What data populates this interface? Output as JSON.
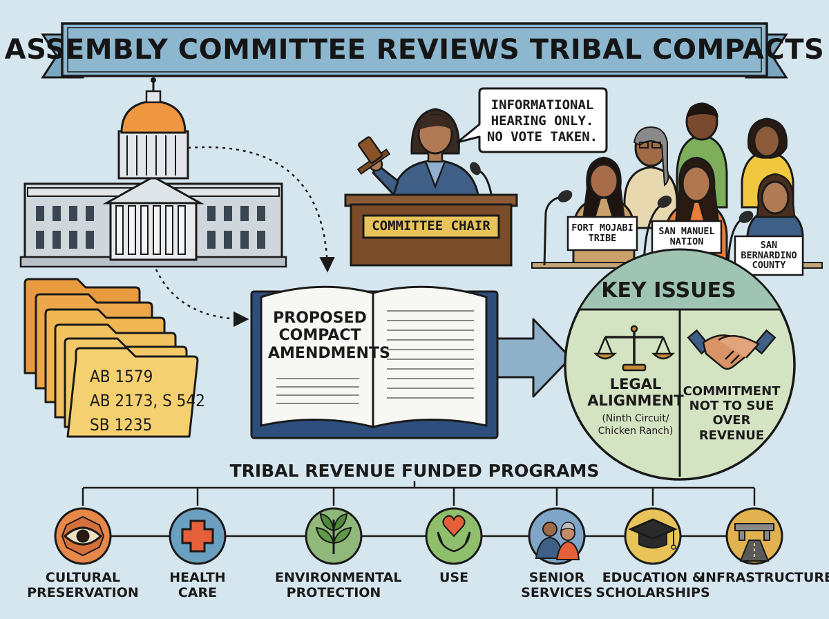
{
  "title": "ASSEMBLY COMMITTEE REVIEWS TRIBAL COMPACTS",
  "speech_bubble": "INFORMATIONAL\nHEARING ONLY.\nNO VOTE TAKEN.",
  "podium_sign": "COMMITTEE CHAIR",
  "nameplates": [
    {
      "label": "FORT MOJABI\nTRIBE"
    },
    {
      "label": "SAN MANUEL\nNATION"
    },
    {
      "label": "SAN\nBERNARDINO\nCOUNTY"
    }
  ],
  "bills": [
    "AB 1579",
    "AB 2173, S 542",
    "SB 1235"
  ],
  "book_title": "PROPOSED COMPACT AMENDMENTS",
  "key_issues": {
    "title": "KEY ISSUES",
    "left_title": "LEGAL\nALIGNMENT",
    "left_subtitle": "(Ninth Circuit/\nChicken Ranch)",
    "right_title": "COMMITMENT\nNOT TO SUE\nOVER REVENUE"
  },
  "programs_title": "TRIBAL REVENUE FUNDED PROGRAMS",
  "programs": [
    {
      "label": "CULTURAL\nPRESERVATION",
      "icon": "eye-sun-icon",
      "color": "#e8874a"
    },
    {
      "label": "HEALTH\nCARE",
      "icon": "medical-cross-icon",
      "color": "#6a9fbf"
    },
    {
      "label": "ENVIRONMENTAL\nPROTECTION",
      "icon": "leaf-icon",
      "color": "#8fb87a"
    },
    {
      "label": "USE",
      "icon": "heart-hands-icon",
      "color": "#8fbf6d"
    },
    {
      "label": "SENIOR\nSERVICES",
      "icon": "seniors-icon",
      "color": "#7fa6c7"
    },
    {
      "label": "EDUCATION &\nSCHOLARSHIPS",
      "icon": "graduation-cap-icon",
      "color": "#e7c35a"
    },
    {
      "label": "INFRASTRUCTURE",
      "icon": "bridge-road-icon",
      "color": "#e2b150"
    }
  ]
}
